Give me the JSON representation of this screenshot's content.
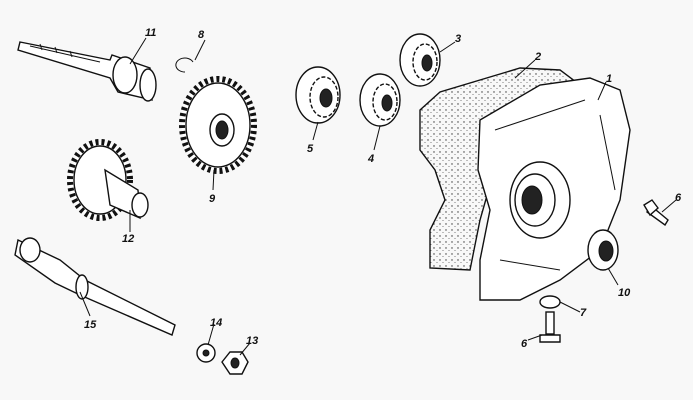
{
  "diagram": {
    "type": "exploded-parts-view",
    "callouts": [
      {
        "id": "p1",
        "number": "1"
      },
      {
        "id": "p2",
        "number": "2"
      },
      {
        "id": "p3",
        "number": "3"
      },
      {
        "id": "p4",
        "number": "4"
      },
      {
        "id": "p5",
        "number": "5"
      },
      {
        "id": "p6a",
        "number": "6"
      },
      {
        "id": "p6b",
        "number": "6"
      },
      {
        "id": "p7",
        "number": "7"
      },
      {
        "id": "p8",
        "number": "8"
      },
      {
        "id": "p9",
        "number": "9"
      },
      {
        "id": "p10",
        "number": "10"
      },
      {
        "id": "p11",
        "number": "11"
      },
      {
        "id": "p12",
        "number": "12"
      },
      {
        "id": "p13",
        "number": "13"
      },
      {
        "id": "p14",
        "number": "14"
      },
      {
        "id": "p15",
        "number": "15"
      }
    ]
  }
}
